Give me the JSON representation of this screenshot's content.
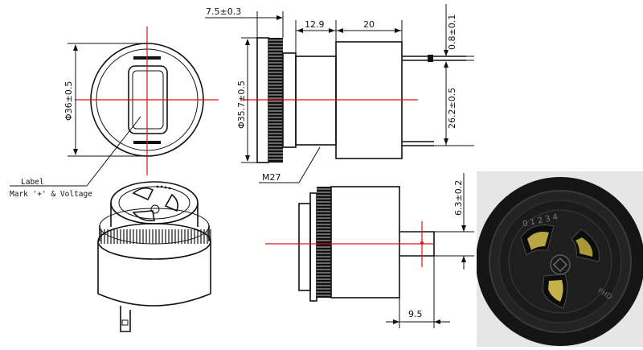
{
  "dimensions": {
    "top_offset": "7.5±0.3",
    "depth_a": "12.9",
    "depth_b": "20",
    "pin_thickness": "0.8±0.1",
    "outer_diameter": "Φ36±0.5",
    "body_diameter": "Φ35.7±0.5",
    "pin_spacing": "26.2±0.5",
    "thread": "M27",
    "pin_width": "6.3±0.2",
    "pin_length": "9.5"
  },
  "annotations": {
    "label": "Label",
    "mark": "Mark '+' & Voltage"
  },
  "photo": {
    "digits": "0 1 2 3 4",
    "brand": "FHD"
  },
  "colors": {
    "centerline": "#e01010",
    "line": "#111111",
    "photo_body": "#151515"
  }
}
